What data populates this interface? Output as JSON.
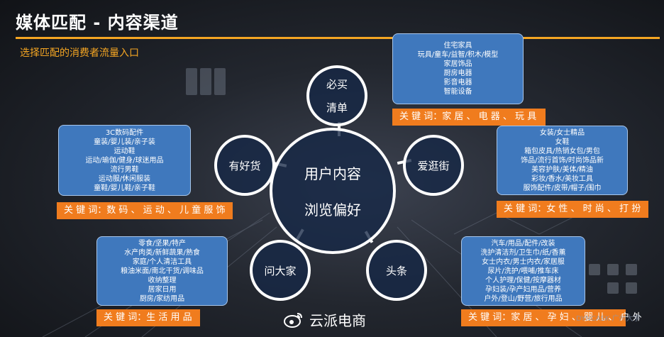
{
  "header": {
    "title": "媒体匹配 - 内容渠道",
    "subtitle": "选择匹配的消费者流量入口"
  },
  "center": {
    "line1": "用户内容",
    "line2": "浏览偏好"
  },
  "nodes": {
    "bimai": {
      "line1": "必买",
      "line2": "清单"
    },
    "aiguangjie": {
      "label": "爱逛街"
    },
    "toutiao": {
      "label": "头条"
    },
    "wendajia": {
      "label": "问大家"
    },
    "youhaohuo": {
      "label": "有好货"
    }
  },
  "boxes": {
    "bimai": {
      "lines": [
        "住宅家具",
        "玩具/童车/益智/积木/模型",
        "家居饰品",
        "厨房电器",
        "影音电器",
        "智能设备"
      ],
      "keywords": "关 键 词：家 居 、 电 器 、 玩 具"
    },
    "aiguangjie": {
      "lines": [
        "女装/女士精品",
        "女鞋",
        "箱包皮具/热销女包/男包",
        "饰品/流行首饰/时尚饰品新",
        "美容护肤/美体/精油",
        "彩妆/香水/美妆工具",
        "服饰配件/皮带/帽子/围巾"
      ],
      "keywords": "关 键 词：女 性 、 时 尚 、 打 扮"
    },
    "toutiao": {
      "lines": [
        "汽车/用品/配件/改装",
        "洗护清洁剂/卫生巾/纸/香薰",
        "女士内衣/男士内衣/家居服",
        "尿片/洗护/喂哺/推车床",
        "个人护理/保健/按摩器材",
        "孕妇装/孕产妇用品/营养",
        "户外/登山/野营/旅行用品"
      ],
      "keywords": "关 键 词：家 居 、 孕 妇 、 婴 儿 、 户 外"
    },
    "wendajia": {
      "lines": [
        "零食/坚果/特产",
        "水产肉类/新鲜蔬果/熟食",
        "家庭/个人清洁工具",
        "粮油米面/南北干货/调味品",
        "收纳整理",
        "居家日用",
        "厨房/家纺用品"
      ],
      "keywords": "关 键 词：生 活 用 品"
    },
    "youhaohuo": {
      "lines": [
        "3C数码配件",
        "童装/婴儿装/亲子装",
        "运动鞋",
        "运动/瑜伽/健身/球迷用品",
        "流行男鞋",
        "运动服/休闲服装",
        "童鞋/婴儿鞋/亲子鞋"
      ],
      "keywords": "关 键 词：数 码 、 运 动 、 儿 童 服 饰"
    }
  },
  "footer": {
    "brand": "云派电商",
    "watermark": "DYNCASK 广州大学"
  },
  "colors": {
    "accent": "#f5a623",
    "keyword_bg": "#f07c1e",
    "box_bg": "#3f78bd",
    "circle_stroke": "#ffffff"
  }
}
